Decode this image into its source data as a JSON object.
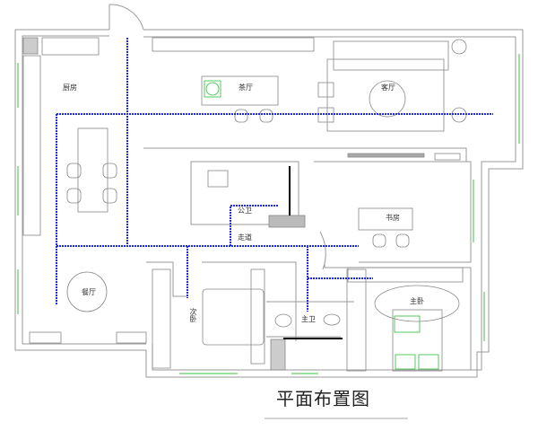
{
  "title": "平面布置图",
  "rooms": {
    "kitchen": "厨房",
    "tea_room": "茶厅",
    "living_room": "客厅",
    "public_bath": "公卫",
    "corridor": "走道",
    "study": "书房",
    "dining": "餐厅",
    "second_bedroom": "次卧",
    "master_bath": "主卫",
    "master_bedroom": "主卧"
  },
  "colors": {
    "wall": "#9a9a9a",
    "route": "#1f2bdc",
    "window": "#9fe0a0",
    "accent": "#2bbf3a"
  }
}
